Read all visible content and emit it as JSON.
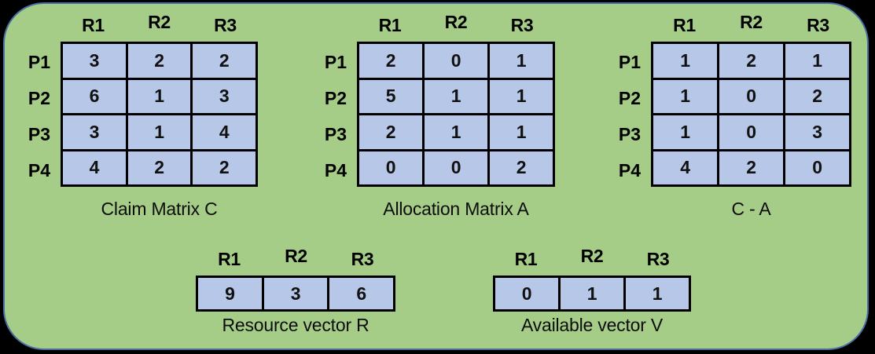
{
  "panel": {
    "background_color": "#a6cd87",
    "border_color": "#4a6fa5",
    "cell_color": "#b7c7e8"
  },
  "matrices": {
    "claim": {
      "caption": "Claim Matrix C",
      "col_headers": [
        "R1",
        "R2",
        "R3"
      ],
      "row_labels": [
        "P1",
        "P2",
        "P3",
        "P4"
      ],
      "rows": [
        [
          "3",
          "2",
          "2"
        ],
        [
          "6",
          "1",
          "3"
        ],
        [
          "3",
          "1",
          "4"
        ],
        [
          "4",
          "2",
          "2"
        ]
      ]
    },
    "allocation": {
      "caption": "Allocation Matrix A",
      "col_headers": [
        "R1",
        "R2",
        "R3"
      ],
      "row_labels": [
        "P1",
        "P2",
        "P3",
        "P4"
      ],
      "rows": [
        [
          "2",
          "0",
          "1"
        ],
        [
          "5",
          "1",
          "1"
        ],
        [
          "2",
          "1",
          "1"
        ],
        [
          "0",
          "0",
          "2"
        ]
      ]
    },
    "need": {
      "caption": "C - A",
      "col_headers": [
        "R1",
        "R2",
        "R3"
      ],
      "row_labels": [
        "P1",
        "P2",
        "P3",
        "P4"
      ],
      "rows": [
        [
          "1",
          "2",
          "1"
        ],
        [
          "1",
          "0",
          "2"
        ],
        [
          "1",
          "0",
          "3"
        ],
        [
          "4",
          "2",
          "0"
        ]
      ]
    }
  },
  "vectors": {
    "resource": {
      "caption": "Resource vector R",
      "col_headers": [
        "R1",
        "R2",
        "R3"
      ],
      "values": [
        "9",
        "3",
        "6"
      ]
    },
    "available": {
      "caption": "Available vector V",
      "col_headers": [
        "R1",
        "R2",
        "R3"
      ],
      "values": [
        "0",
        "1",
        "1"
      ]
    }
  }
}
